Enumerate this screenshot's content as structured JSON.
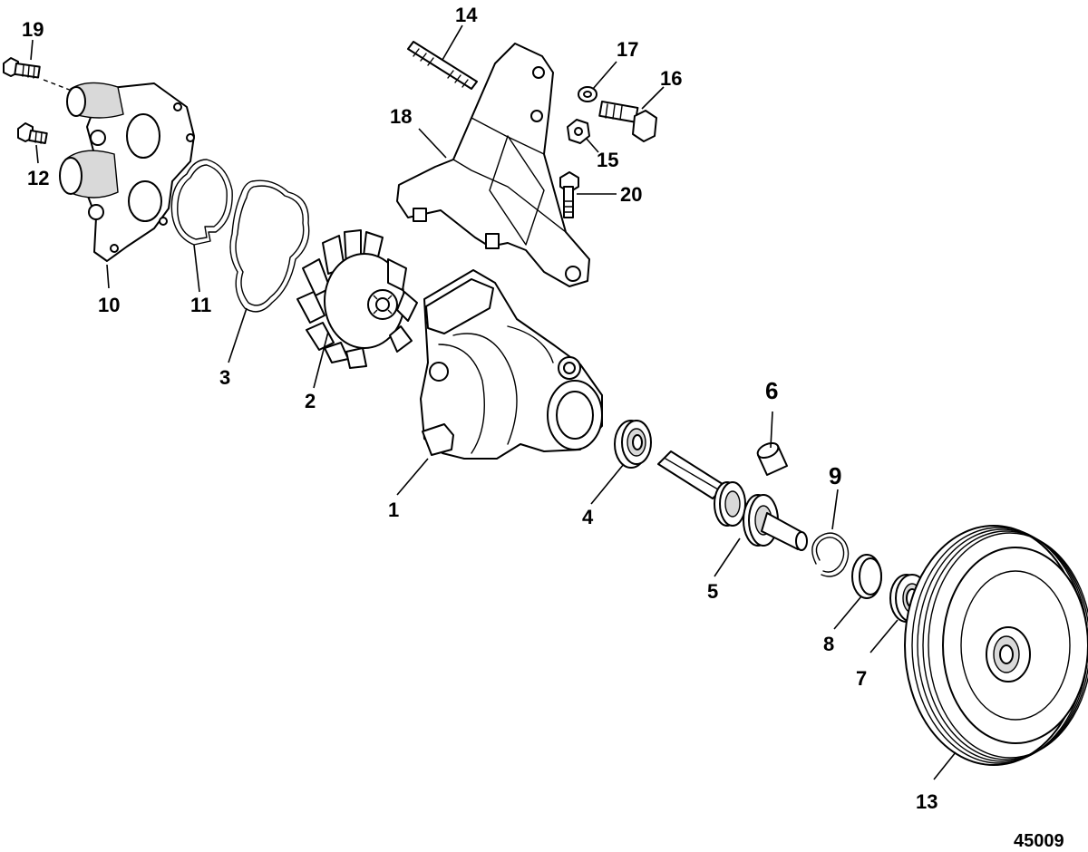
{
  "callouts": {
    "c1": "1",
    "c2": "2",
    "c3": "3",
    "c4": "4",
    "c5": "5",
    "c6": "6",
    "c7": "7",
    "c8": "8",
    "c9": "9",
    "c10": "10",
    "c11": "11",
    "c12": "12",
    "c13": "13",
    "c14": "14",
    "c15": "15",
    "c16": "16",
    "c17": "17",
    "c18": "18",
    "c19": "19",
    "c20": "20"
  },
  "figure_number": "45009"
}
